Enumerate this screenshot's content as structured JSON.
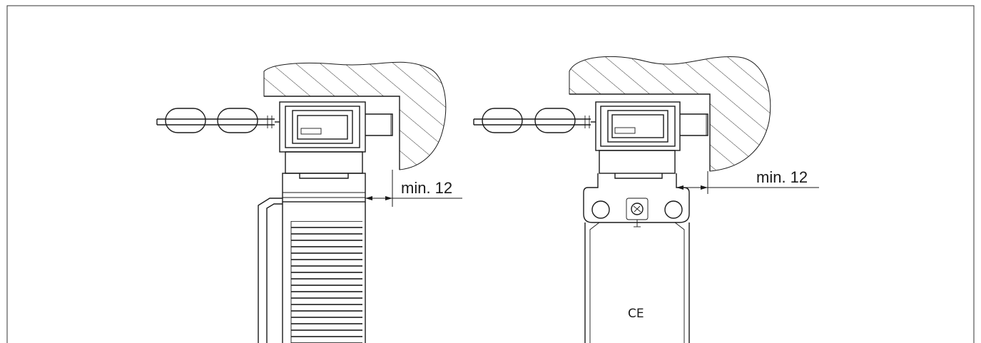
{
  "figure": {
    "views": [
      {
        "id": "side-view",
        "dimension_label": "min. 12"
      },
      {
        "id": "front-view",
        "dimension_label": "min. 12",
        "marking": "CE"
      }
    ]
  }
}
